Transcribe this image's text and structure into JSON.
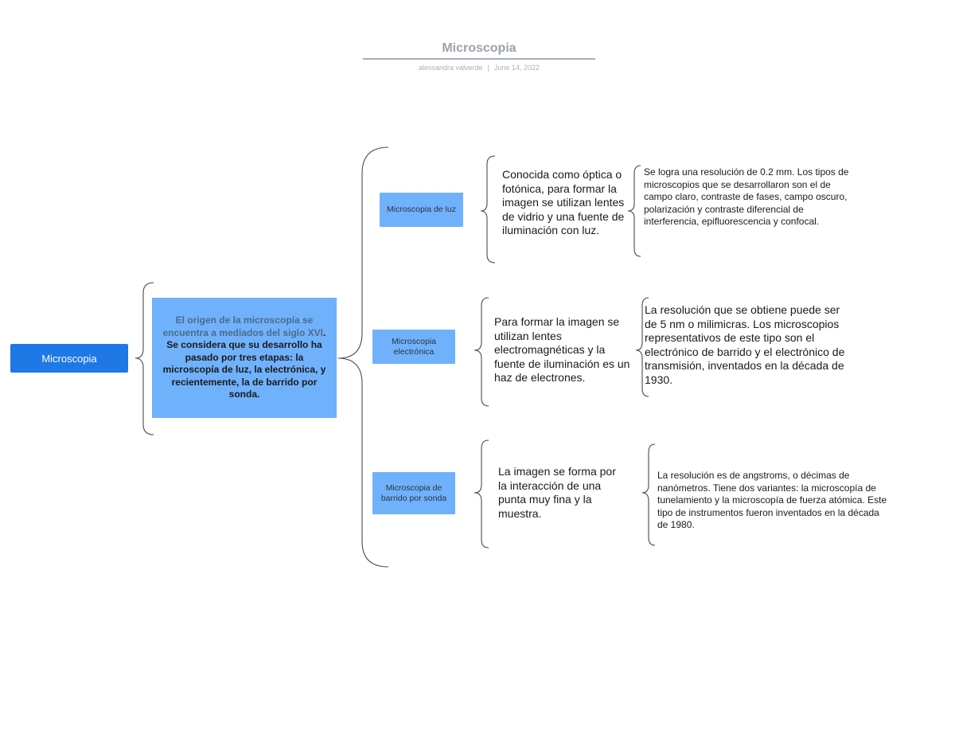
{
  "header": {
    "title": "Microscopia",
    "author": "alessandra valverde",
    "separator": "|",
    "date": "June 14, 2022"
  },
  "map": {
    "root": "Microscopia",
    "summary": {
      "highlight": "El origen de la microscopía se encuentra a mediados del siglo XVI",
      "rest": ". Se considera que su desarrollo ha pasado por tres etapas: la microscopía de luz, la electrónica, y recientemente, la de barrido por sonda."
    },
    "branches": [
      {
        "label": "Microscopia de luz",
        "description": "Conocida como óptica o fotónica, para formar la imagen se utilizan lentes de vidrio y una fuente de iluminación con luz.",
        "detail": "Se logra una resolución de 0.2 mm. Los tipos de microscopios que se desarrollaron son el de campo claro, contraste de fases, campo oscuro, polarización y contraste diferencial de interferencia, epifluorescencia y confocal."
      },
      {
        "label": "Microscopia electrónica",
        "description": "Para formar la imagen se utilizan lentes electromagnéticas y la fuente de iluminación es un haz de electrones.",
        "detail": "La resolución que se obtiene puede ser de 5 nm o milimicras. Los microscopios representativos de este tipo son el electrónico de barrido y el electrónico de transmisión, inventados en la década de 1930."
      },
      {
        "label": "Microscopia de barrido por sonda",
        "description": "La imagen se forma por la interacción de una punta muy fina y la muestra.",
        "detail": "La resolución es de angstroms, o décimas de nanómetros. Tiene dos variantes: la microscopía de tunelamiento y la microscopía de fuerza atómica. Este tipo de instrumentos fueron inventados en la década de 1980."
      }
    ]
  },
  "colors": {
    "root_fill": "#1e78e6",
    "node_fill": "#70b1fb",
    "bracket_stroke": "#4a4a4a",
    "title_gray": "#9aa3ad"
  }
}
